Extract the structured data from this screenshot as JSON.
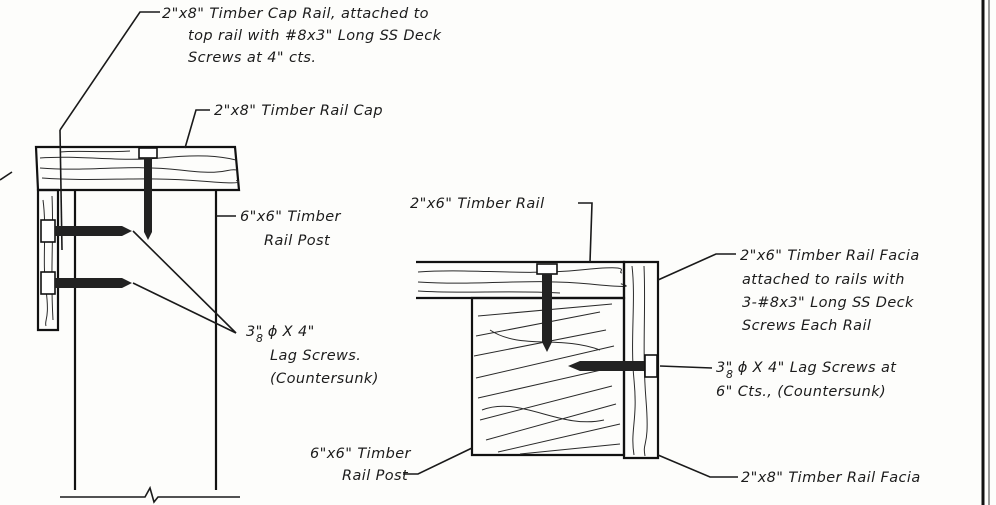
{
  "labels": {
    "cap_rail_note": [
      "2\"x8\" Timber Cap Rail, attached to",
      "top rail with #8x3\" Long SS Deck",
      "Screws at 4\" cts."
    ],
    "rail_cap": "2\"x8\" Timber Rail Cap",
    "rail_post_left": [
      "6\"x6\" Timber",
      "Rail Post"
    ],
    "lag_screws_left": [
      "3\" ϕ X 4\"",
      "Lag Screws.",
      "(Countersunk)"
    ],
    "timber_rail": "2\"x6\" Timber Rail",
    "rail_facia_note": [
      "2\"x6\" Timber Rail Facia",
      "attached to rails with",
      "3-#8x3\" Long SS Deck",
      "Screws Each Rail"
    ],
    "lag_screws_right": [
      "3\" ϕ X 4\" Lag Screws at",
      "6\" Cts., (Countersunk)"
    ],
    "rail_post_right": [
      "6\"x6\" Timber",
      "Rail Post"
    ],
    "rail_facia_bottom": "2\"x8\" Timber Rail Facia",
    "frac_sub": "8"
  }
}
